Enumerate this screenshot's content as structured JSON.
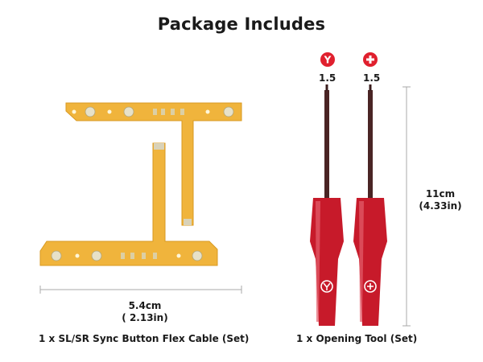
{
  "title": "Package Includes",
  "flex_cable": {
    "width_metric": "5.4cm",
    "width_imperial": "( 2.13in)",
    "caption": "1 x SL/SR Sync Button Flex Cable (Set)"
  },
  "tools": {
    "left": {
      "badge_icon": "y-tip-icon",
      "badge_letter": "Y",
      "size": "1.5"
    },
    "right": {
      "badge_icon": "cross-tip-icon",
      "badge_letter": "+",
      "size": "1.5"
    },
    "length_metric": "11cm",
    "length_imperial": "(4.33in)",
    "caption": "1 x Opening Tool (Set)"
  },
  "colors": {
    "flex_pcb": "#f0b43c",
    "badge_red": "#e0202e",
    "handle_red": "#c71a2a"
  }
}
